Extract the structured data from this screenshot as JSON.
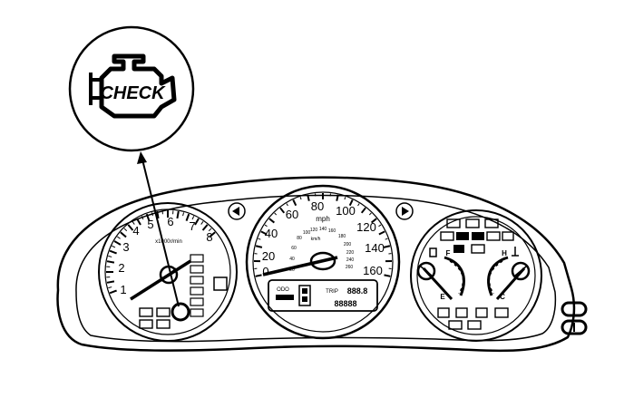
{
  "callout": {
    "label": "CHECK",
    "icon": "check-engine-icon"
  },
  "tachometer": {
    "ticks": [
      "1",
      "2",
      "3",
      "4",
      "5",
      "6",
      "7",
      "8"
    ],
    "unit_label": "x1000r/min",
    "needle_value": 0
  },
  "speedometer": {
    "mph_ticks": [
      "0",
      "20",
      "40",
      "60",
      "80",
      "100",
      "120",
      "140",
      "160"
    ],
    "unit_label": "mph",
    "kmh_label": "km/h",
    "kmh_ticks": [
      "20",
      "40",
      "60",
      "80",
      "100",
      "120",
      "140",
      "160",
      "180",
      "200",
      "220",
      "240",
      "260"
    ],
    "odometer_label": "ODO",
    "odometer_value": "88888",
    "trip_label": "TRIP",
    "trip_value": "888.8",
    "needle_value": 0
  },
  "fuel_gauge": {
    "labels": [
      "E",
      "F"
    ]
  },
  "temp_gauge": {
    "labels": [
      "C",
      "H"
    ]
  }
}
